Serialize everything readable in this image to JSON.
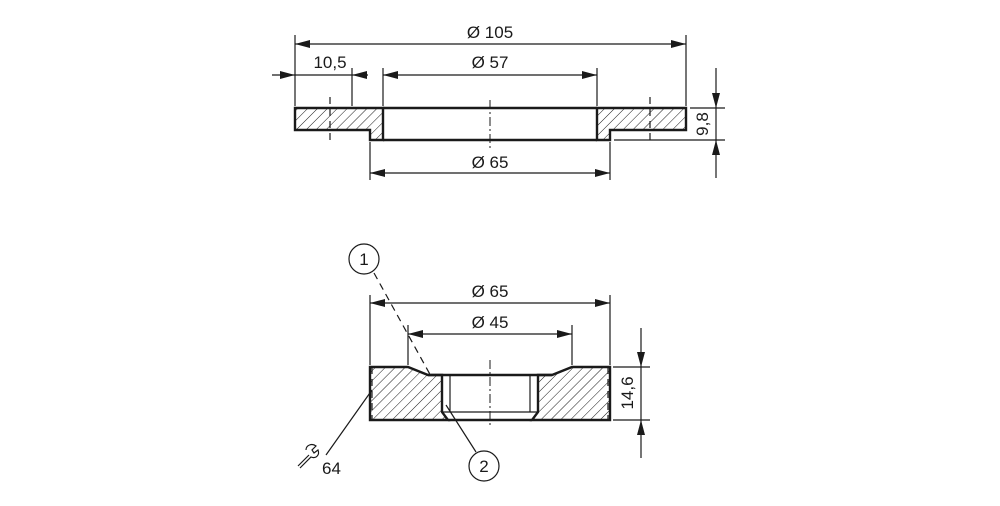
{
  "dimensions": {
    "d105": "Ø 105",
    "w10_5": "10,5",
    "d57": "Ø 57",
    "d65_top": "Ø 65",
    "h9_8": "9,8",
    "d65_bottom": "Ø 65",
    "d45": "Ø 45",
    "h14_6": "14,6",
    "torque": "64"
  },
  "callouts": {
    "one": "1",
    "two": "2"
  },
  "icons": {
    "torque": "wrench-icon"
  }
}
